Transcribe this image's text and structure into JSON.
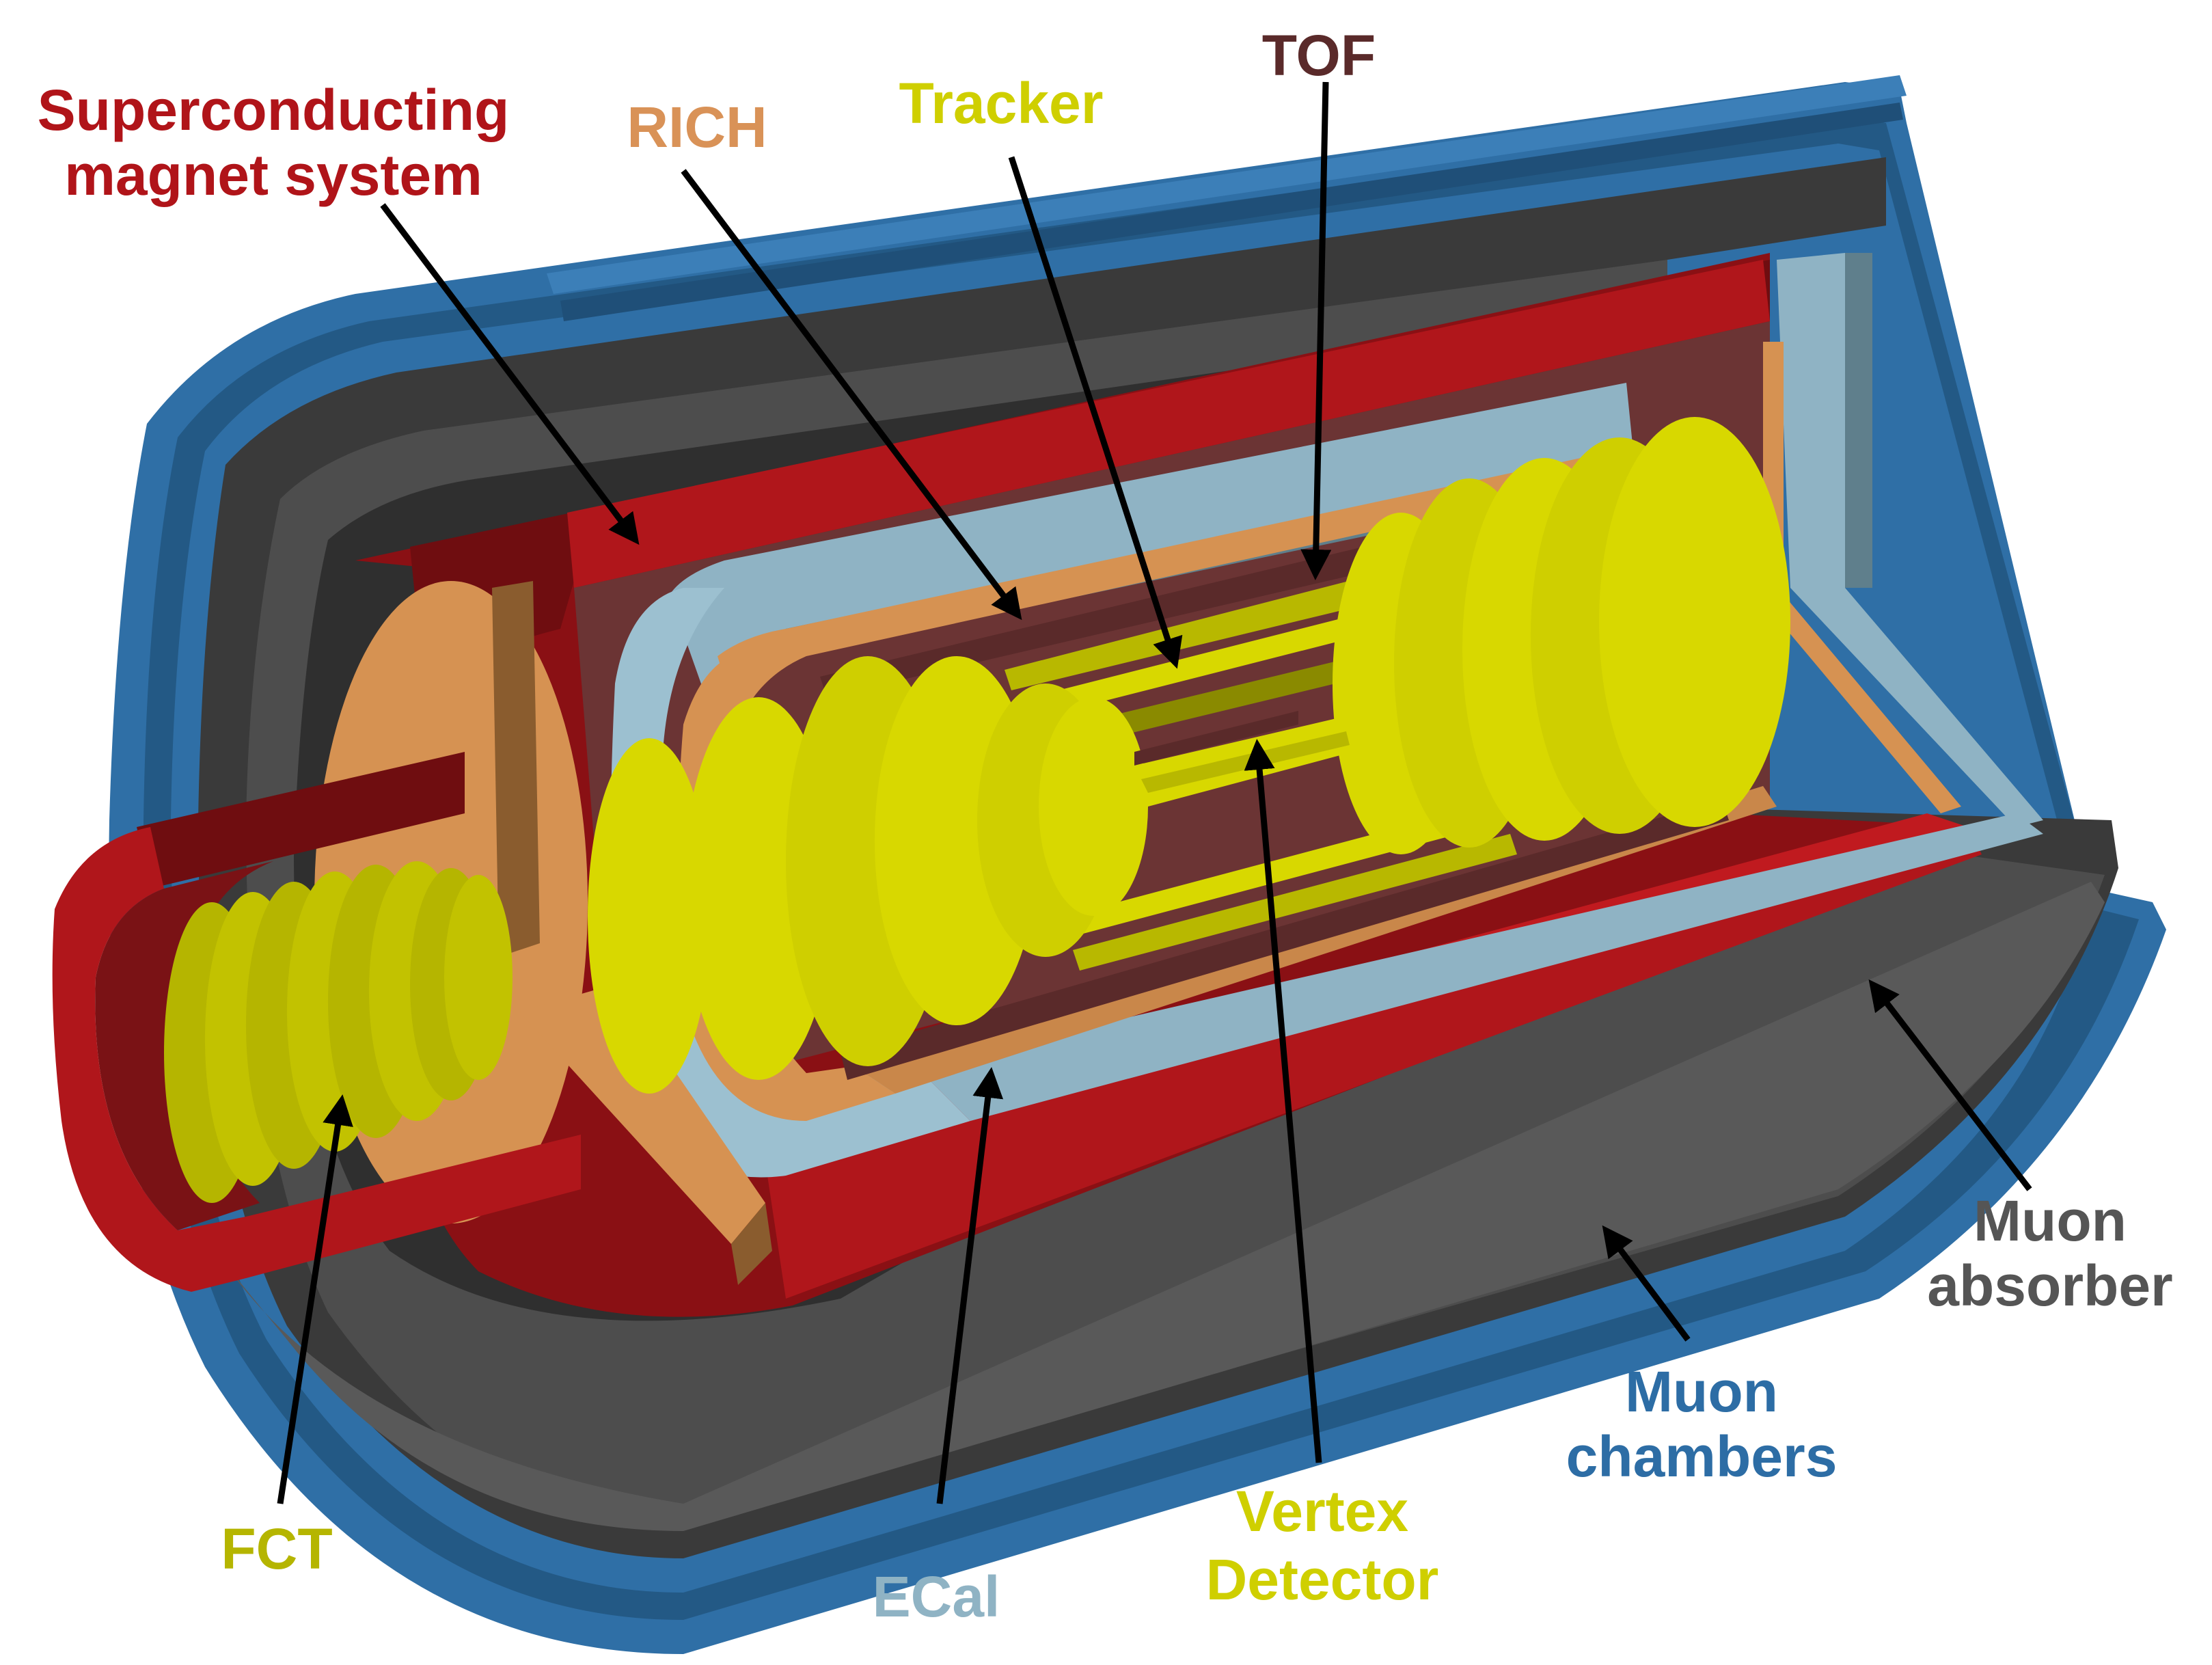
{
  "labels": {
    "magnet": {
      "line1": "Superconducting",
      "line2": "magnet system"
    },
    "rich": "RICH",
    "tracker": "Tracker",
    "tof": "TOF",
    "muon_absorber": {
      "line1": "Muon",
      "line2": "absorber"
    },
    "muon_chambers": {
      "line1": "Muon",
      "line2": "chambers"
    },
    "vertex": {
      "line1": "Vertex",
      "line2": "Detector"
    },
    "ecal": "ECal",
    "fct": "FCT"
  },
  "colors": {
    "muon_chambers": "#2f6fa6",
    "muon_absorber": "#4d4d4d",
    "magnet": "#b0161b",
    "magnet_dark": "#6f0d10",
    "rich": "#d69252",
    "tof": "#5a2a2a",
    "tracker": "#d8d800",
    "ecal": "#8fb3c4",
    "label_magnet": "#b01419",
    "label_rich": "#d99257",
    "label_tracker": "#cfcf00",
    "label_tof": "#5a2a2a",
    "label_muon_absorber": "#555555",
    "label_muon_chambers": "#2d6da5",
    "label_vertex": "#cfcf00",
    "label_ecal": "#8fb3c4",
    "label_fct": "#b5b500"
  }
}
